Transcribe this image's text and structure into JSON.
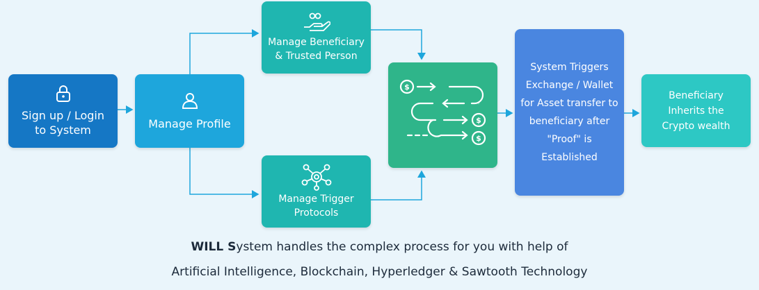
{
  "colors": {
    "background": "#eaf5fb",
    "signup": "#1577c5",
    "profile": "#1ea6dc",
    "teal": "#1fb6b0",
    "center": "#2fb58a",
    "system": "#4a86e0",
    "inherit": "#2dc8c4",
    "connector": "#1ea6dc"
  },
  "nodes": {
    "signup": {
      "line1": "Sign up / Login",
      "line2": "to System",
      "icon": "lock-icon"
    },
    "profile": {
      "label": "Manage Profile",
      "icon": "user-icon"
    },
    "beneficiary": {
      "line1": "Manage  Beneficiary",
      "line2": "& Trusted Person",
      "icon": "hand-with-coins-icon"
    },
    "trigger": {
      "line1": "Manage Trigger",
      "line2": "Protocols",
      "icon": "network-hub-icon"
    },
    "center": {
      "icon": "crypto-flow-icon"
    },
    "system": {
      "lines": [
        "System Triggers",
        "Exchange / Wallet",
        "for Asset transfer to",
        "beneficiary after",
        "\"Proof\" is",
        "Established"
      ]
    },
    "inherit": {
      "line1": "Beneficiary",
      "line2": "Inherits the",
      "line3": "Crypto wealth"
    }
  },
  "footer": {
    "line1_bold": "WILL S",
    "line1_rest": "ystem handles the complex process for you with help of",
    "line2": "Artificial Intelligence, Blockchain, Hyperledger & Sawtooth Technology"
  }
}
